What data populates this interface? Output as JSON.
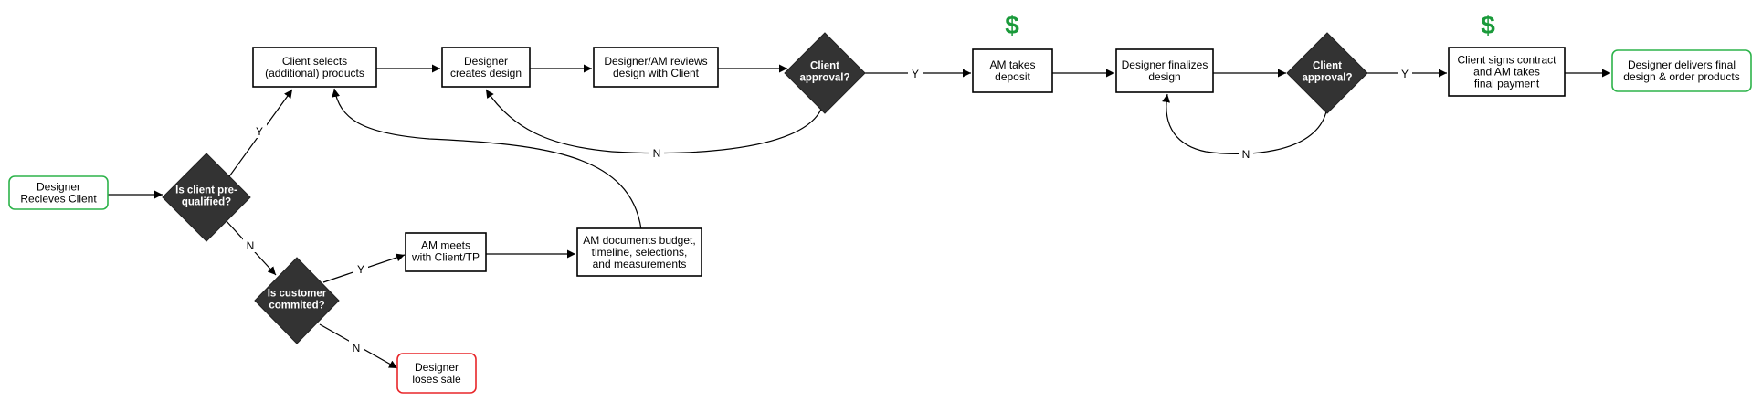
{
  "colors": {
    "box_border": "#000000",
    "start_border": "#2db34a",
    "end_border": "#2db34a",
    "lose_border": "#e8262a",
    "decision_fill": "#333333",
    "dollar": "#1a9a3a",
    "line": "#000000"
  },
  "nodes": {
    "designer_receives_client": "Designer\nRecieves Client",
    "client_selects": "Client selects\n(additional) products",
    "designer_creates_design": "Designer\ncreates design",
    "designer_am_reviews": "Designer/AM reviews\ndesign with Client",
    "client_approval_1": "Client\napproval?",
    "am_takes_deposit": "AM takes\ndeposit",
    "designer_finalizes": "Designer finalizes\ndesign",
    "client_approval_2": "Client\napproval?",
    "client_signs_contract": "Client signs contract\nand AM takes\nfinal payment",
    "designer_delivers": "Designer delivers final\ndesign & order products",
    "is_prequalified": "Is client pre-\nqualified?",
    "is_committed": "Is customer\ncommited?",
    "am_meets": "AM meets\nwith Client/TP",
    "am_documents": "AM documents budget,\ntimeline, selections,\nand measurements",
    "designer_loses_sale": "Designer\nloses sale"
  },
  "edge_labels": {
    "prequal_yes": "Y",
    "prequal_no": "N",
    "committed_yes": "Y",
    "committed_no": "N",
    "approval1_yes": "Y",
    "approval1_no": "N",
    "approval2_yes": "Y",
    "approval2_no": "N"
  },
  "payment_markers": [
    "$",
    "$"
  ],
  "icons": {
    "payment": "dollar-icon"
  }
}
